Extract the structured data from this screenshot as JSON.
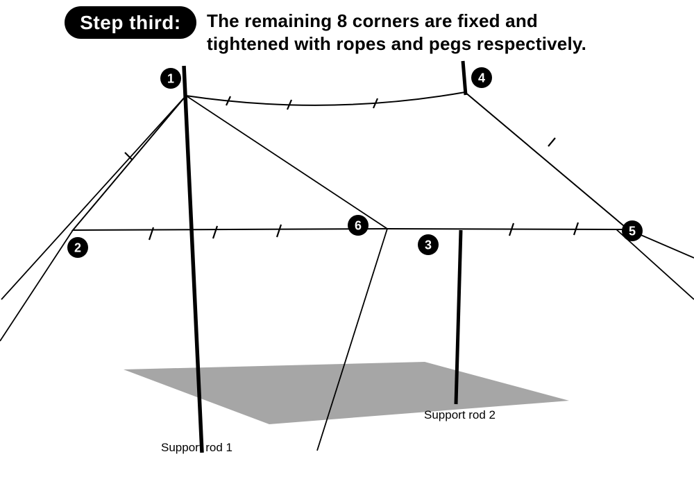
{
  "header": {
    "badge": "Step third:",
    "description_line1": "The remaining 8 corners are fixed and",
    "description_line2": "tightened with ropes and pegs respectively."
  },
  "diagram": {
    "markers": [
      {
        "label": "1"
      },
      {
        "label": "2"
      },
      {
        "label": "3"
      },
      {
        "label": "4"
      },
      {
        "label": "5"
      },
      {
        "label": "6"
      }
    ],
    "labels": {
      "support_rod_1": "Support rod 1",
      "support_rod_2": "Support rod 2"
    }
  },
  "colors": {
    "ink": "#000000",
    "badge_bg": "#000000",
    "badge_text": "#ffffff",
    "shadow": "#a6a6a6",
    "background": "#ffffff"
  }
}
